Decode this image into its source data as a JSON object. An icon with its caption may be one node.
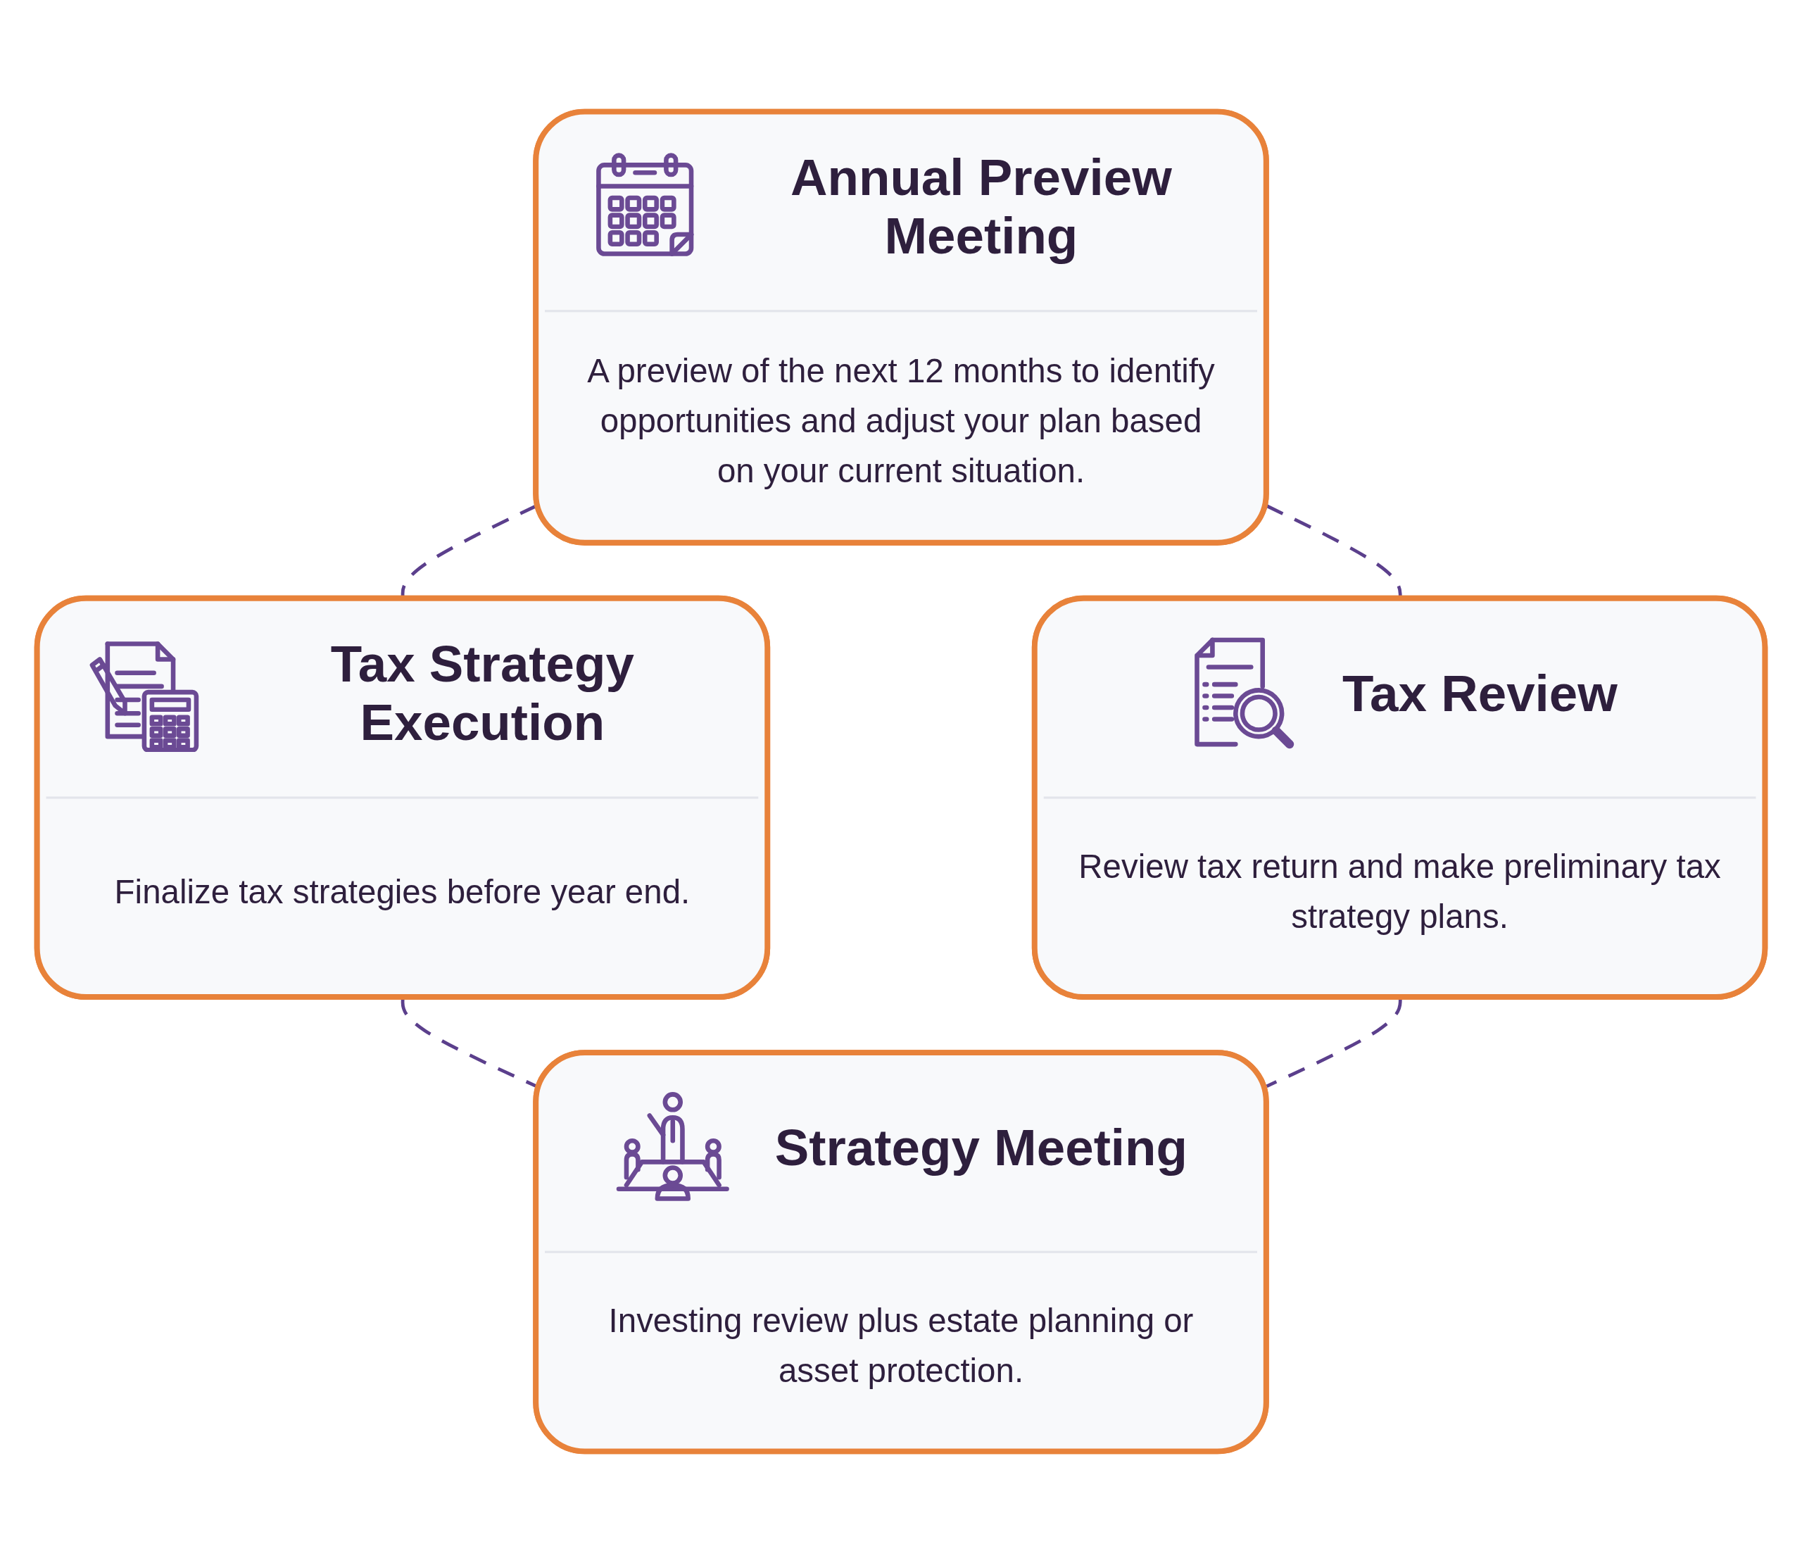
{
  "diagram": {
    "nodes": [
      {
        "text": [
          "Annual Preview Meeting",
          "A preview of the next 12 months to identify opportunities and adjust your plan based on your current situation."
        ]
      },
      {
        "text": [
          "Tax Strategy Execution",
          "Finalize tax strategies before year end."
        ]
      },
      {
        "text": [
          "Tax Review",
          "Review tax return and make preliminary tax strategy plans."
        ]
      },
      {
        "text": [
          "Strategy Meeting",
          "Investing review plus estate planning or asset protection."
        ]
      }
    ],
    "edges": [
      {
        "from": 0,
        "to": 1,
        "arrow": "none",
        "style": "dashed"
      },
      {
        "from": 0,
        "to": 2,
        "arrow": "none",
        "style": "dashed"
      },
      {
        "from": 1,
        "to": 3,
        "arrow": "none",
        "style": "dashed"
      },
      {
        "from": 2,
        "to": 3,
        "arrow": "none",
        "style": "dashed"
      }
    ]
  }
}
